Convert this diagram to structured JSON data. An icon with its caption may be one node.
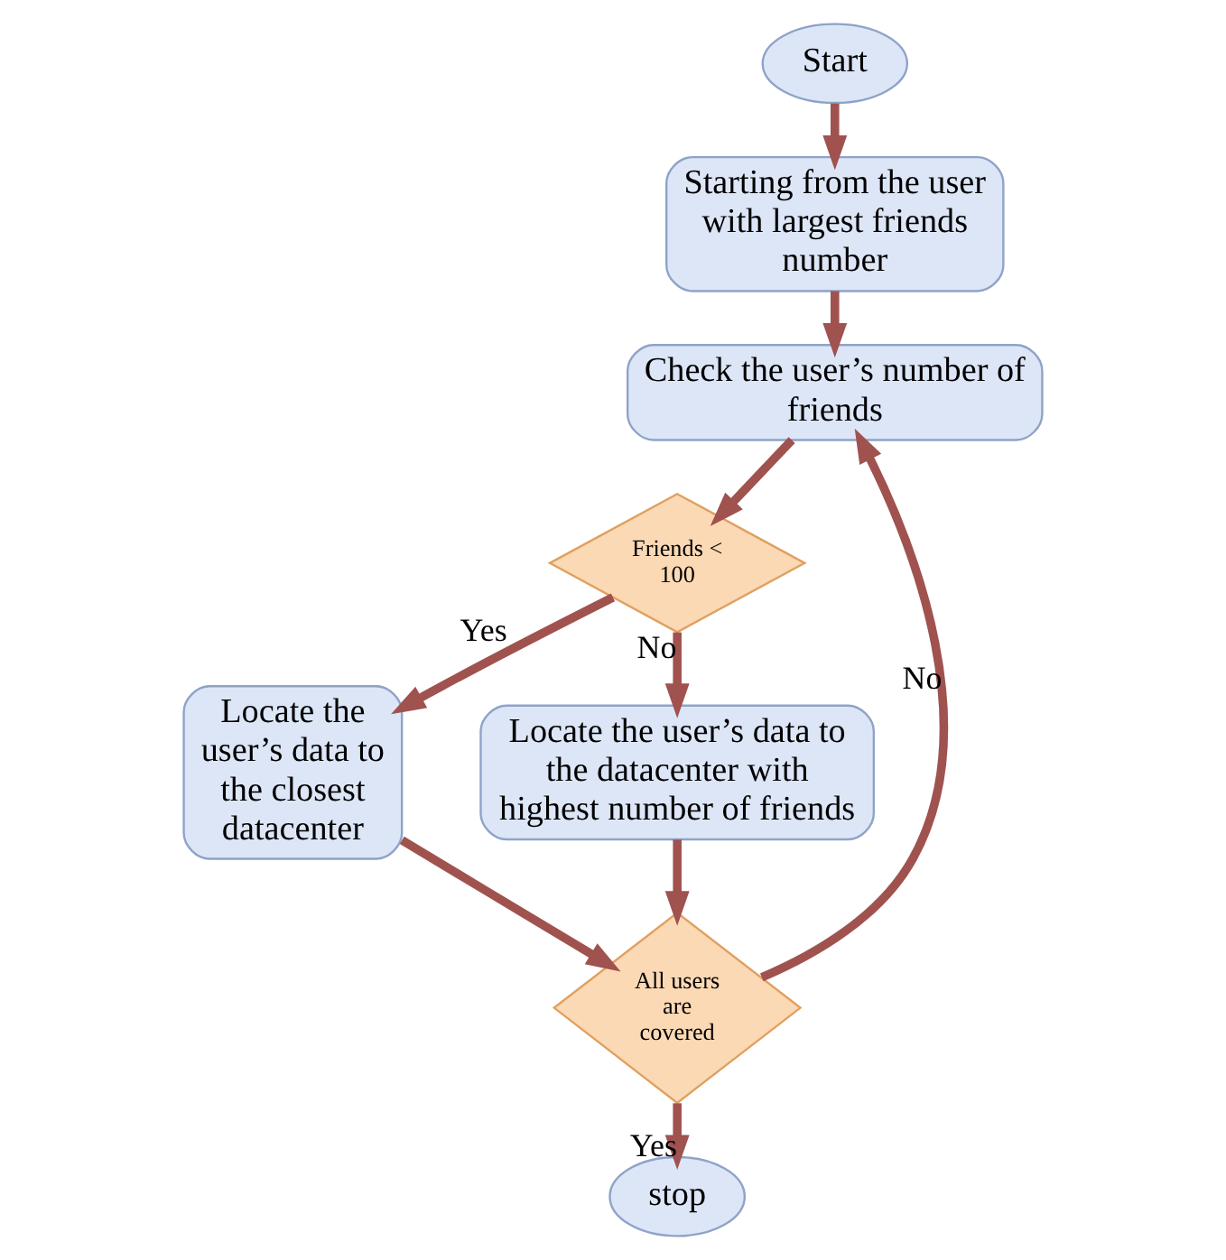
{
  "diagram": {
    "nodes": [
      {
        "text": [
          "Start"
        ]
      },
      {
        "text": [
          "Starting from the user with largest friends number"
        ]
      },
      {
        "text": [
          "Check the user’s number of friends"
        ]
      },
      {
        "text": [
          "Friends < 100"
        ]
      },
      {
        "text": [
          "Locate the user’s data to the closest datacenter"
        ]
      },
      {
        "text": [
          "Locate the user’s data to the datacenter with highest number of friends"
        ]
      },
      {
        "text": [
          "All users are covered"
        ]
      },
      {
        "text": [
          "stop"
        ]
      }
    ],
    "edges": [
      {
        "from": 0,
        "to": 1,
        "arrow": "to"
      },
      {
        "from": 1,
        "to": 2,
        "arrow": "to"
      },
      {
        "from": 2,
        "to": 3,
        "arrow": "to"
      },
      {
        "from": 3,
        "to": 4,
        "label": "Yes",
        "arrow": "to"
      },
      {
        "from": 3,
        "to": 5,
        "label": "No",
        "arrow": "to"
      },
      {
        "from": 4,
        "to": 6,
        "arrow": "to"
      },
      {
        "from": 5,
        "to": 6,
        "arrow": "to"
      },
      {
        "from": 6,
        "to": 2,
        "label": "No",
        "arrow": "to"
      },
      {
        "from": 6,
        "to": 7,
        "label": "Yes",
        "arrow": "to"
      }
    ]
  }
}
